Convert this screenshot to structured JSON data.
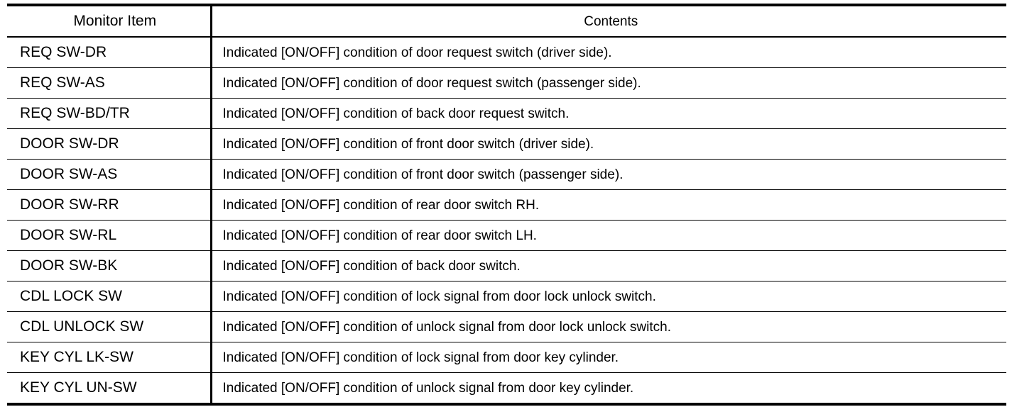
{
  "table": {
    "headers": {
      "item": "Monitor Item",
      "contents": "Contents"
    },
    "rows": [
      {
        "item": "REQ SW-DR",
        "contents": "Indicated [ON/OFF] condition of door request switch (driver side)."
      },
      {
        "item": "REQ SW-AS",
        "contents": "Indicated [ON/OFF] condition of door request switch (passenger side)."
      },
      {
        "item": "REQ SW-BD/TR",
        "contents": "Indicated [ON/OFF] condition of back door request switch."
      },
      {
        "item": "DOOR SW-DR",
        "contents": "Indicated [ON/OFF] condition of front door switch (driver side)."
      },
      {
        "item": "DOOR SW-AS",
        "contents": "Indicated [ON/OFF] condition of front door switch (passenger side)."
      },
      {
        "item": "DOOR SW-RR",
        "contents": "Indicated [ON/OFF] condition of rear door switch RH."
      },
      {
        "item": "DOOR SW-RL",
        "contents": "Indicated [ON/OFF] condition of rear door switch LH."
      },
      {
        "item": "DOOR SW-BK",
        "contents": "Indicated [ON/OFF] condition of back door switch."
      },
      {
        "item": "CDL LOCK SW",
        "contents": "Indicated [ON/OFF] condition of lock signal from door lock unlock switch."
      },
      {
        "item": "CDL UNLOCK SW",
        "contents": "Indicated [ON/OFF] condition of unlock signal from door lock unlock switch."
      },
      {
        "item": "KEY CYL LK-SW",
        "contents": "Indicated [ON/OFF] condition of lock signal from door key cylinder."
      },
      {
        "item": "KEY CYL UN-SW",
        "contents": "Indicated [ON/OFF] condition of unlock signal from door key cylinder."
      }
    ]
  },
  "colors": {
    "rule": "#000000",
    "text": "#000000",
    "background": "#ffffff"
  }
}
